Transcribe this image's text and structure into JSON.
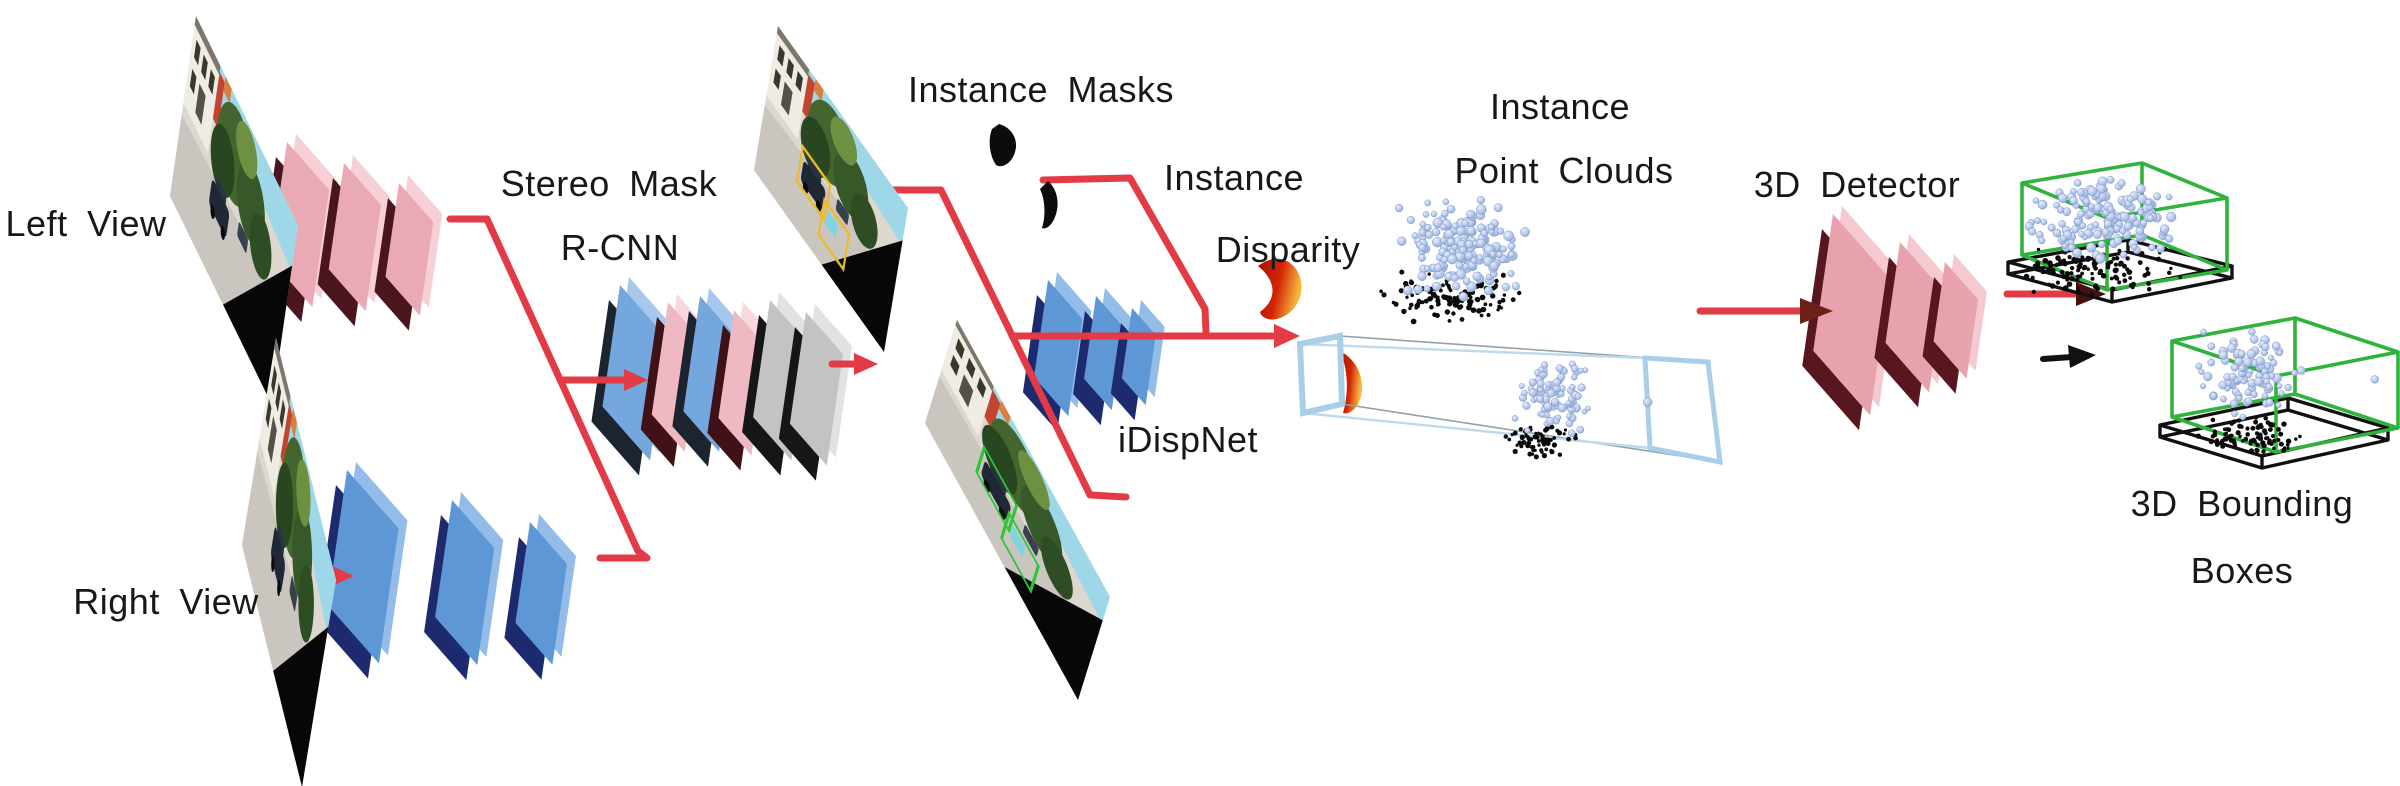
{
  "figure": {
    "type": "neural-network-pipeline-diagram",
    "labels": {
      "left_view": "Left View",
      "right_view": "Right View",
      "stereo_mask_rcnn_line1": "Stereo Mask",
      "stereo_mask_rcnn_line2": "R-CNN",
      "instance_masks": "Instance Masks",
      "instance_disparity_line1": "Instance",
      "instance_disparity_line2": "Disparity",
      "idispnet": "iDispNet",
      "instance_point_clouds_line1": "Instance",
      "instance_point_clouds_line2": "Point Clouds",
      "detector_3d": "3D Detector",
      "bounding_boxes_3d_line1": "3D Bounding",
      "bounding_boxes_3d_line2": "Boxes"
    },
    "colors": {
      "background": "#ffffff",
      "text": "#181818",
      "arrow_red": "#e23b46",
      "arrowhead_dark": "#6e2018",
      "pink_block": "#e9aab5",
      "blue_block": "#5e97d6",
      "stereo_blue_block": "#74a7dd",
      "stereo_pink_block": "#efb9c3",
      "gray_block": "#c3c3c3",
      "detector_pink_block": "#e7a2ad",
      "mask_black": "#0c0c0c",
      "disparity_red": "#b51500",
      "disparity_orange": "#f5b83d",
      "frustum_blue": "#a9cfe8",
      "point_cloud_blue": "#b5c9ee",
      "point_cloud_black": "#0a0a0a",
      "bounding_box_green": "#2fb33c",
      "bounding_box_black": "#111111"
    },
    "components": [
      "left-view-image",
      "right-view-image",
      "left-feature-cnn",
      "right-feature-cnn",
      "stereo-mask-rcnn-network",
      "detected-left-image",
      "detected-right-image",
      "instance-masks",
      "idispnet-network",
      "instance-disparity",
      "viewing-frustum",
      "instance-point-clouds",
      "3d-detector-network",
      "3d-bounding-boxes"
    ]
  }
}
